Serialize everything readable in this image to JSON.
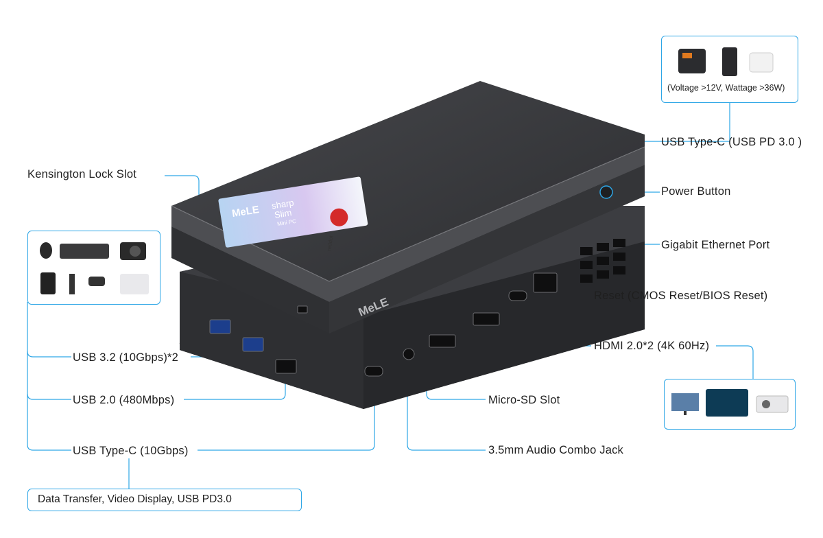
{
  "device": {
    "brand_logo": "MeLE",
    "sticker_brand": "MeLE",
    "sticker_line1": "sharp",
    "sticker_line2": "Slim",
    "sticker_line3": "Mini PC",
    "award": "reddot"
  },
  "labels": {
    "kensington": "Kensington Lock Slot",
    "usb32": "USB 3.2 (10Gbps)*2",
    "usb20": "USB 2.0 (480Mbps)",
    "usbc": "USB Type-C (10Gbps)",
    "usbc_pd": "USB Type-C (USB PD 3.0 )",
    "power": "Power Button",
    "ethernet": "Gigabit Ethernet Port",
    "reset": "Reset (CMOS Reset/BIOS Reset)",
    "hdmi": "HDMI 2.0*2 (4K 60Hz)",
    "microsd": "Micro-SD Slot",
    "audio": "3.5mm Audio Combo Jack"
  },
  "notes": {
    "power_note": "(Voltage >12V, Wattage >36W)",
    "usbc_note": "Data Transfer, Video Display, USB PD3.0"
  },
  "colors": {
    "accent": "#2da6e6",
    "device_top": "#3a3b3e",
    "device_body": "#2b2c2f"
  }
}
